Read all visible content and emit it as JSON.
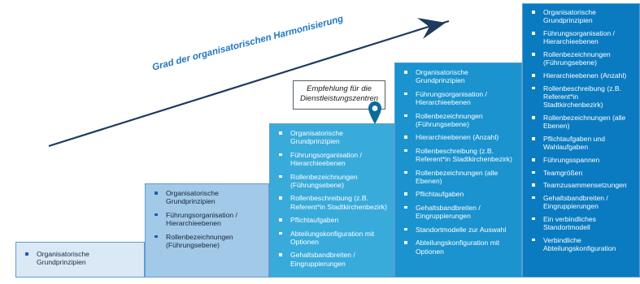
{
  "arrow": {
    "label": "Grad der organisatorischen Harmonisierung",
    "color": "#1f3a5f",
    "label_color": "#1f77bf"
  },
  "recommendation": {
    "line1": "Empfehlung für die",
    "line2": "Dienstleistungszentren",
    "pin_color": "#0b6c9c"
  },
  "steps": [
    {
      "color": "#dbe8f6",
      "items": [
        "Organisatorische Grundprinzipien"
      ]
    },
    {
      "color": "#a3c9e9",
      "items": [
        "Organisatorische Grundprinzipien",
        "Führungsorganisation / Hierarchieebenen",
        "Rollenbezeichnungen (Führungsebene)"
      ]
    },
    {
      "color": "#39abdb",
      "items": [
        "Organisatorische Grundprinzipien",
        "Führungsorganisation / Hierarchieebenen",
        "Rollenbezeichnungen (Führungsebene)",
        "Rollenbeschreibung (z.B. Referent*in Stadtkirchenbezirk)",
        "Pflichtaufgaben",
        "Abteilungskonfiguration mit Optionen",
        "Gehaltsbandbreiten / Eingruppierungen"
      ]
    },
    {
      "color": "#1a93cf",
      "items": [
        "Organisatorische Grundprinzipien",
        "Führungsorganisation / Hierarchieebenen",
        "Rollenbezeichnungen (Führungsebene)",
        "Hierarchieebenen (Anzahl)",
        "Rollenbeschreibung (z.B. Referent*in Stadtkirchenbezirk)",
        "Rollenbezeichnungen (alle Ebenen)",
        "Pflichtaufgaben",
        "Gehaltsbandbreiten / Eingruppierungen",
        "Standortmodelle zur Auswahl",
        "Abteilungskonfiguration mit Optionen"
      ]
    },
    {
      "color": "#0a7bc1",
      "items": [
        "Organisatorische Grundprinzipien",
        "Führungsorganisation / Hierarchieebenen",
        "Rollenbezeichnungen (Führungsebene)",
        "Hierarchieebenen (Anzahl)",
        "Rollenbeschreibung (z.B. Referent*in Stadtkirchenbezirk)",
        "Rollenbezeichnungen (alle Ebenen)",
        "Pflichtaufgaben und Wahlaufgaben",
        "Führungsspannen",
        "Teamgrößen",
        "Teamzusammensetzungen",
        "Gehaltsbandbreiten / Eingruppierungen",
        "Ein verbindliches Standortmodell",
        "Verbindliche Abteilungskonfiguration"
      ]
    }
  ]
}
